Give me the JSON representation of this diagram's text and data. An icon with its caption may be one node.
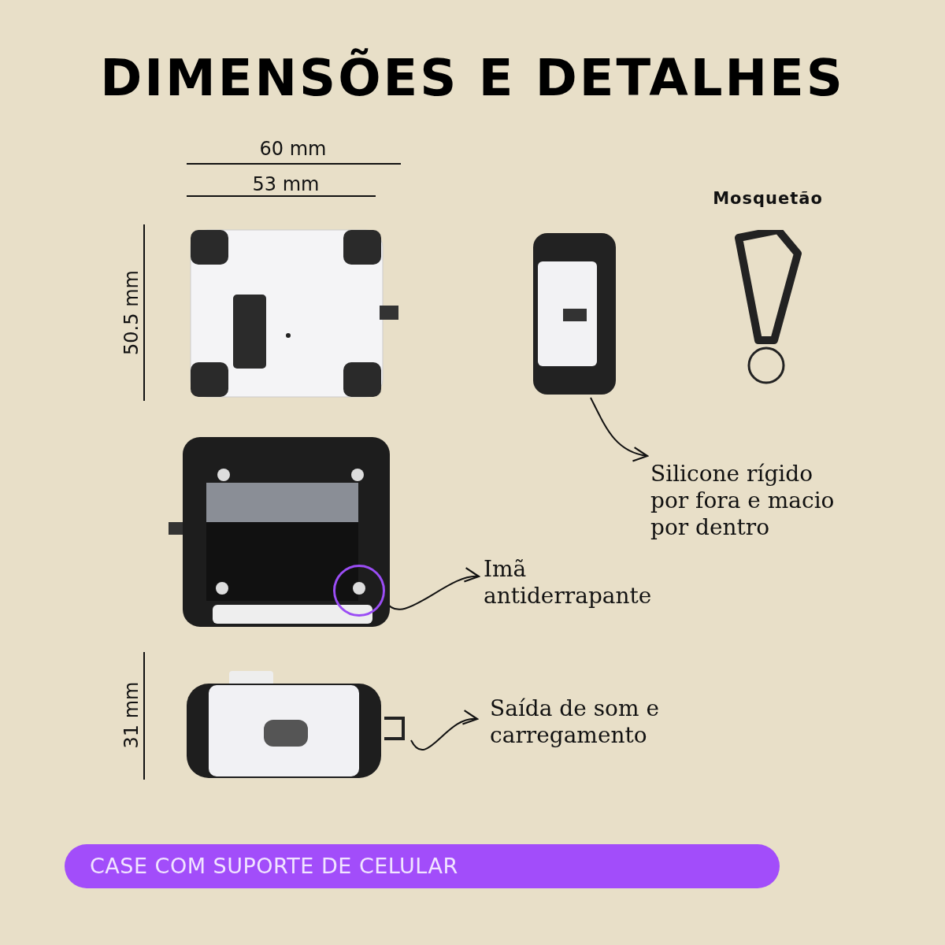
{
  "diagram": {
    "title": "DIMENSÕES E DETALHES",
    "nodes": [
      {
        "text": [],
        "shape": "picture"
      },
      {
        "text": [],
        "shape": "picture"
      },
      {
        "text": [
          "Mosquetão"
        ]
      },
      {
        "text": [],
        "shape": "picture"
      },
      {
        "text": [
          "Silicone rígido por fora e macio por dentro"
        ]
      },
      {
        "text": [
          "Imã antiderrapante"
        ]
      },
      {
        "text": [],
        "shape": "circle",
        "in": 3
      },
      {
        "text": [],
        "shape": "picture"
      },
      {
        "text": [
          "Saída de som e carregamento"
        ]
      },
      {
        "text": [
          "CASE COM SUPORTE DE CELULAR"
        ]
      }
    ],
    "edges": [
      {
        "from": 1,
        "to": 4,
        "arrow": "to"
      },
      {
        "from": 6,
        "to": 5,
        "arrow": "to"
      },
      {
        "from": 7,
        "to": 8,
        "arrow": "to"
      }
    ],
    "labels": [
      "60 mm",
      "53 mm",
      "50.5 mm",
      "31 mm"
    ]
  }
}
